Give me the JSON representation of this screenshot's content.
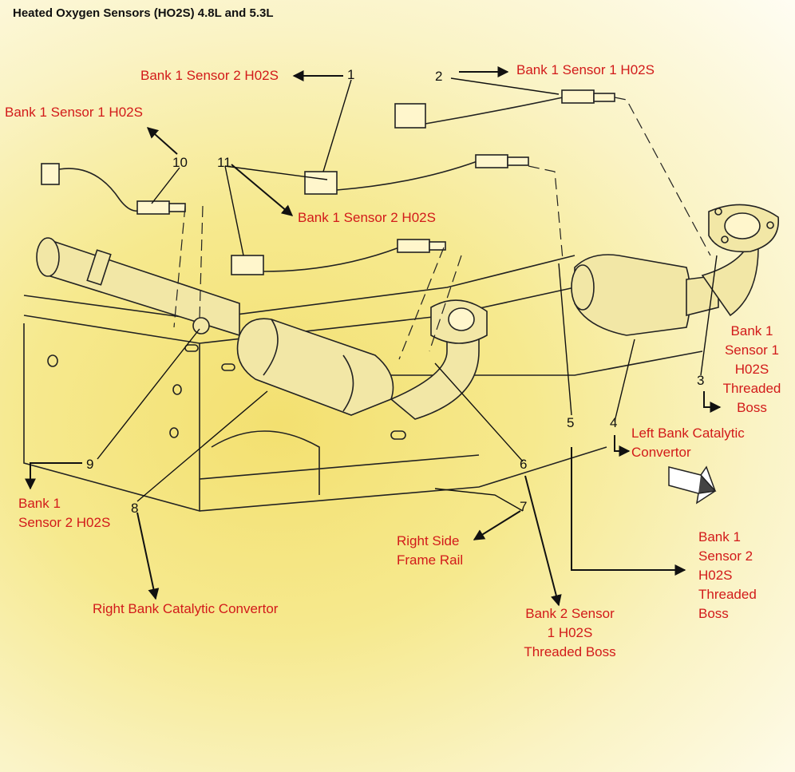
{
  "title": "Heated Oxygen Sensors (HO2S) 4.8L and 5.3L",
  "labels": {
    "bank1_sensor2_top": "Bank 1 Sensor 2 H02S",
    "bank1_sensor1_top": "Bank 1 Sensor 1 H02S",
    "bank1_sensor1_left": "Bank 1 Sensor 1 H02S",
    "bank1_sensor2_mid": "Bank 1 Sensor 2 H02S",
    "bank1_sensor1_boss": [
      "Bank 1",
      "Sensor 1",
      "H02S",
      "Threaded",
      "Boss"
    ],
    "left_bank_cat": [
      "Left Bank Catalytic",
      "Convertor"
    ],
    "bank1_sensor2_left": [
      "Bank 1",
      "Sensor 2 H02S"
    ],
    "right_side_frame_rail": [
      "Right Side",
      "Frame Rail"
    ],
    "right_bank_cat": "Right Bank Catalytic Convertor",
    "bank2_sensor1_boss": [
      "Bank 2 Sensor",
      "1 H02S",
      "Threaded Boss"
    ],
    "bank1_sensor2_boss": [
      "Bank 1",
      "Sensor 2",
      "H02S",
      "Threaded",
      "Boss"
    ]
  },
  "callouts": [
    "1",
    "2",
    "3",
    "4",
    "5",
    "6",
    "7",
    "8",
    "9",
    "10",
    "11"
  ]
}
